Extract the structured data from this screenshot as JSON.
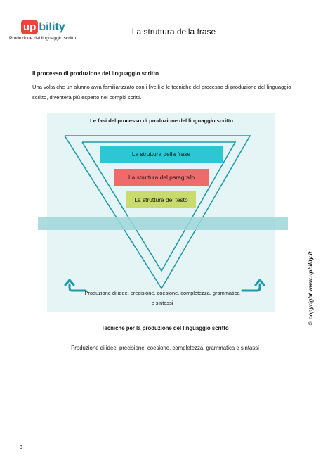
{
  "header": {
    "logo_up": "up",
    "logo_bility": "bility",
    "subtitle": "Produzione del linguaggio scritto",
    "page_title": "La struttura della frase"
  },
  "section": {
    "heading": "Il processo di produzione del linguaggio scritto",
    "intro": "Una volta che un alunno avrà familiarizzato con i livelli e le tecniche del processo di produzione del linguaggio scritto, diventerà più esperto nei compiti scritti."
  },
  "diagram": {
    "title": "Le fasi del processo di produzione del linguaggio scritto",
    "levels": [
      {
        "label": "La struttura della frase",
        "color": "#2ec6d4"
      },
      {
        "label": "La struttura del paragrafo",
        "color": "#ef6b6b"
      },
      {
        "label": "La struttura del testo",
        "color": "#cadb6e"
      }
    ],
    "caption": "Produzione di idee, precisione, coesione, completezza, grammatica e sintassi",
    "accent_color": "#1e9aa8"
  },
  "techniques": {
    "heading": "Tecniche per la produzione del linguaggio scritto",
    "text": "Produzione di idee, precisione, coesione, completezza, grammatica e sintassi"
  },
  "copyright": "© copyright www.upbility.it",
  "page_number": "3"
}
